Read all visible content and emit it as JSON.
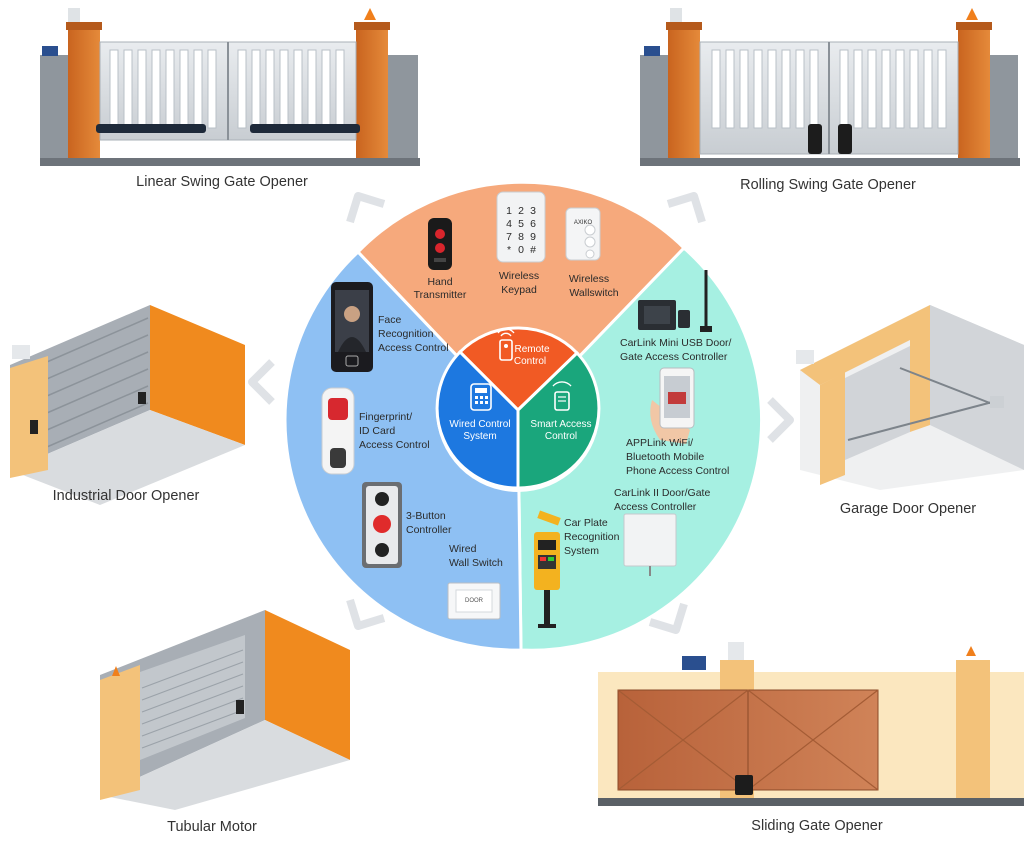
{
  "openers": {
    "linear_swing": "Linear Swing Gate Opener",
    "rolling_swing": "Rolling Swing Gate Opener",
    "industrial_door": "Industrial Door Opener",
    "garage_door": "Garage Door Opener",
    "tubular_motor": "Tubular Motor",
    "sliding_gate": "Sliding Gate Opener"
  },
  "hub": {
    "remote": [
      "Remote",
      "Control"
    ],
    "wired": [
      "Wired Control",
      "System"
    ],
    "smart": [
      "Smart Access",
      "Control"
    ]
  },
  "remote_devices": {
    "hand_transmitter": [
      "Hand",
      "Transmitter"
    ],
    "wireless_keypad": [
      "Wireless",
      "Keypad"
    ],
    "wireless_wallswitch": [
      "Wireless",
      "Wallswitch"
    ]
  },
  "wired_devices": {
    "face_recognition": [
      "Face",
      "Recognition",
      "Access Control"
    ],
    "fingerprint": [
      "Fingerprint/",
      "ID Card",
      "Access Control"
    ],
    "three_button": [
      "3-Button",
      "Controller"
    ],
    "wall_switch": [
      "Wired",
      "Wall Switch"
    ]
  },
  "smart_devices": {
    "carlink_mini": [
      "CarLink Mini USB Door/",
      "Gate Access Controller"
    ],
    "applink": [
      "APPLink WiFi/",
      "Bluetooth Mobile",
      "Phone Access Control"
    ],
    "carlink_ii": [
      "CarLink II Door/Gate",
      "Access Controller"
    ],
    "car_plate": [
      "Car Plate",
      "Recognition",
      "System"
    ]
  },
  "device_text": {
    "wallswitch_brand": "AXIKO",
    "keypad_keys": [
      "1",
      "2",
      "3",
      "4",
      "5",
      "6",
      "7",
      "8",
      "9",
      "*",
      "0",
      "#"
    ],
    "wall_switch_plate": "DOOR"
  },
  "colors": {
    "remote": "#f6a97c",
    "wired": "#8ec0f3",
    "smart": "#a6f0e2",
    "hub_remote": "#f15a24",
    "hub_wired": "#1d78e0",
    "hub_smart": "#1aa67c",
    "brick": "#e07a2c",
    "orange_wall": "#f08a1e",
    "gray_wall": "#9aa0a8"
  }
}
